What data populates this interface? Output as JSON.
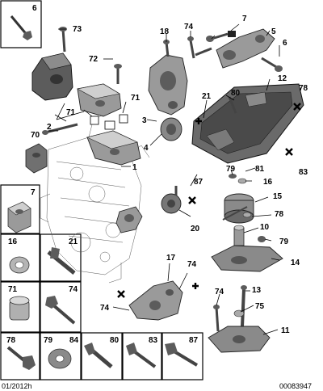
{
  "diagram": {
    "footer_date": "01/2012h",
    "footer_code": "00083947",
    "callouts": {
      "c1": "1",
      "c2": "2",
      "c3": "3",
      "c4": "4",
      "c5": "5",
      "c6": "6",
      "c7": "7",
      "c10": "10",
      "c11": "11",
      "c12": "12",
      "c13": "13",
      "c14": "14",
      "c15": "15",
      "c16": "16",
      "c17": "17",
      "c18": "18",
      "c20": "20",
      "c21": "21",
      "c70": "70",
      "c71a": "71",
      "c71b": "71",
      "c72": "72",
      "c73": "73",
      "c74a": "74",
      "c74b": "74",
      "c74c": "74",
      "c74d": "74",
      "c75": "75",
      "c78a": "78",
      "c78b": "78",
      "c79a": "79",
      "c79b": "79",
      "c80": "80",
      "c81": "81",
      "c83": "83",
      "c87": "87"
    },
    "legend_boxes": [
      {
        "label": "6"
      },
      {
        "label": "7"
      },
      {
        "label": "16"
      },
      {
        "label": "21"
      },
      {
        "label": "71"
      },
      {
        "label": "74"
      },
      {
        "label": "78"
      },
      {
        "label": "79"
      },
      {
        "label": "84"
      },
      {
        "label": "80"
      },
      {
        "label": "83"
      },
      {
        "label": "87"
      }
    ]
  }
}
